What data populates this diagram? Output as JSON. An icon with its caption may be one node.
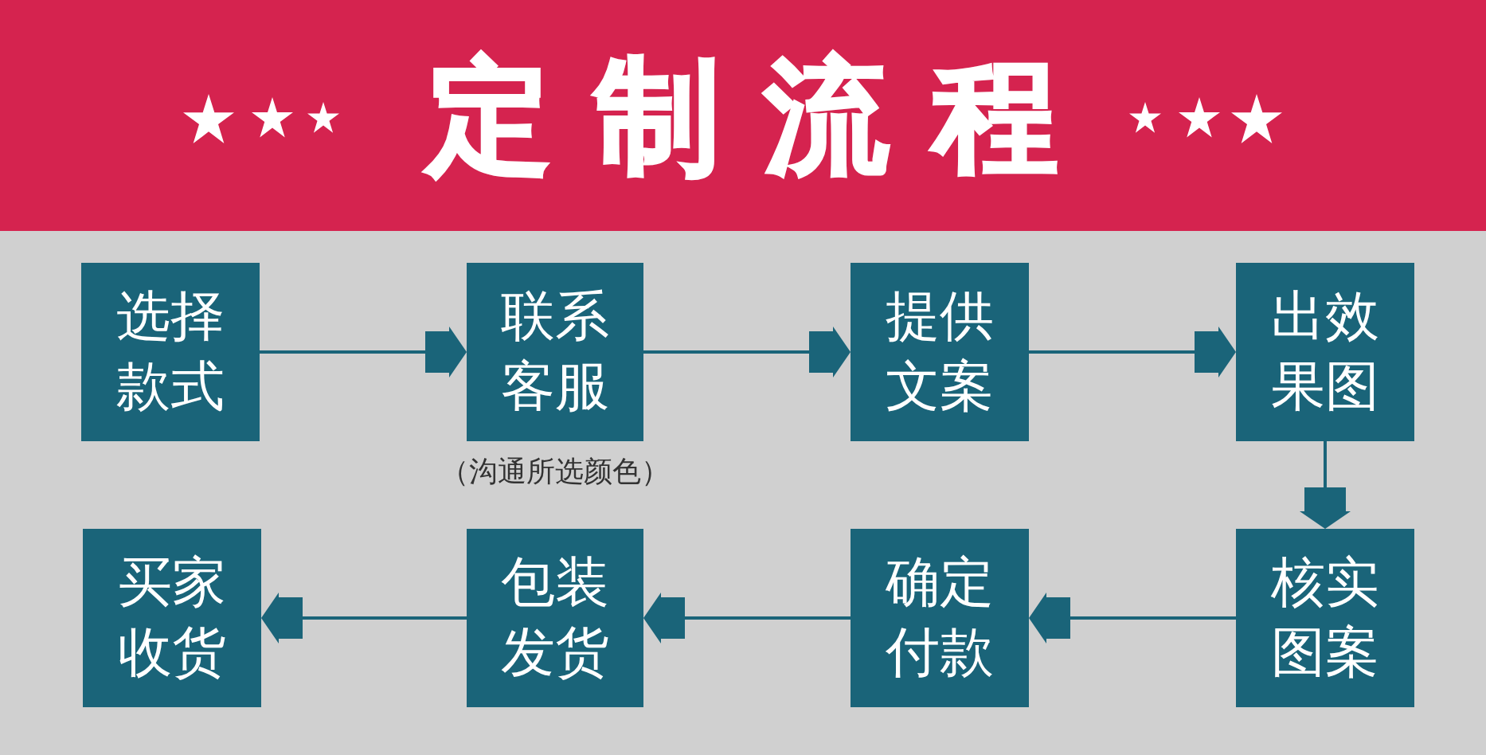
{
  "diagram": {
    "title": "定制流程",
    "nodes": [
      {
        "text": [
          "选择款式"
        ]
      },
      {
        "text": [
          "联系客服"
        ],
        "beside": [
          "（沟通所选颜色）"
        ]
      },
      {
        "text": [
          "提供文案"
        ]
      },
      {
        "text": [
          "出效果图"
        ]
      },
      {
        "text": [
          "核实图案"
        ]
      },
      {
        "text": [
          "确定付款"
        ]
      },
      {
        "text": [
          "包装发货"
        ]
      },
      {
        "text": [
          "买家收货"
        ]
      }
    ],
    "edges": [
      {
        "from": 0,
        "to": 1,
        "arrow": "to"
      },
      {
        "from": 1,
        "to": 2,
        "arrow": "to"
      },
      {
        "from": 2,
        "to": 3,
        "arrow": "to"
      },
      {
        "from": 3,
        "to": 4,
        "arrow": "to"
      },
      {
        "from": 4,
        "to": 5,
        "arrow": "to"
      },
      {
        "from": 5,
        "to": 6,
        "arrow": "to"
      },
      {
        "from": 6,
        "to": 7,
        "arrow": "to"
      }
    ]
  }
}
